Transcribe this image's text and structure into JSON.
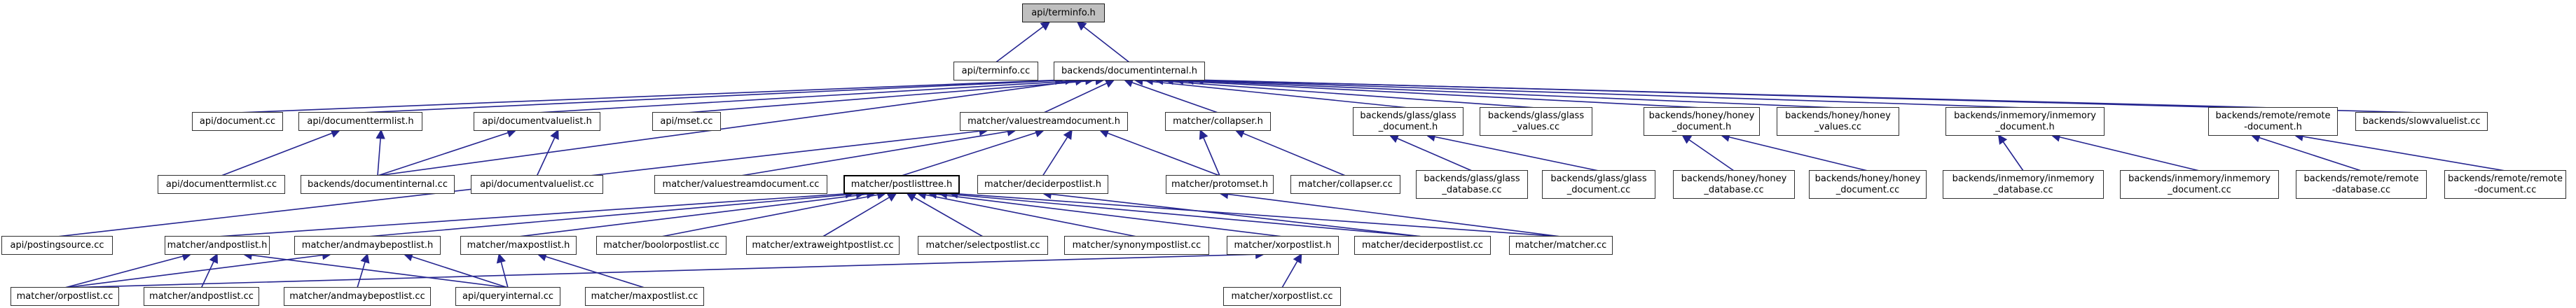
{
  "diagram": {
    "type": "include-dependency-graph",
    "root": "api/terminfo.h",
    "colors": {
      "edge": "#252590",
      "node_border": "#303030",
      "root_fill": "#bfbfbf",
      "node_fill": "#ffffff",
      "text": "#000000"
    },
    "nodes": [
      {
        "id": "terminfo_h",
        "label": "api/terminfo.h",
        "selected": true
      },
      {
        "id": "terminfo_cc",
        "label": "api/terminfo.cc"
      },
      {
        "id": "documentinternal_h",
        "label": "backends/documentinternal.h"
      },
      {
        "id": "document_cc",
        "label": "api/document.cc"
      },
      {
        "id": "documenttermlist_h",
        "label": "api/documenttermlist.h"
      },
      {
        "id": "documentvaluelist_h",
        "label": "api/documentvaluelist.h"
      },
      {
        "id": "mset_cc",
        "label": "api/mset.cc"
      },
      {
        "id": "valuestreamdocument_h",
        "label": "matcher/valuestreamdocument.h"
      },
      {
        "id": "collapser_h",
        "label": "matcher/collapser.h"
      },
      {
        "id": "glass_document_h",
        "label": "backends/glass/glass\n_document.h"
      },
      {
        "id": "glass_values_cc",
        "label": "backends/glass/glass\n_values.cc"
      },
      {
        "id": "honey_document_h",
        "label": "backends/honey/honey\n_document.h"
      },
      {
        "id": "honey_values_cc",
        "label": "backends/honey/honey\n_values.cc"
      },
      {
        "id": "inmemory_document_h",
        "label": "backends/inmemory/inmemory\n_document.h"
      },
      {
        "id": "remote_document_h",
        "label": "backends/remote/remote\n-document.h"
      },
      {
        "id": "slowvaluelist_cc",
        "label": "backends/slowvaluelist.cc"
      },
      {
        "id": "documenttermlist_cc",
        "label": "api/documenttermlist.cc"
      },
      {
        "id": "documentinternal_cc",
        "label": "backends/documentinternal.cc"
      },
      {
        "id": "documentvaluelist_cc",
        "label": "api/documentvaluelist.cc"
      },
      {
        "id": "valuestreamdocument_cc",
        "label": "matcher/valuestreamdocument.cc"
      },
      {
        "id": "postlisttree_h",
        "label": "matcher/postlisttree.h",
        "emphasized": true
      },
      {
        "id": "deciderpostlist_h",
        "label": "matcher/deciderpostlist.h"
      },
      {
        "id": "protomset_h",
        "label": "matcher/protomset.h"
      },
      {
        "id": "collapser_cc",
        "label": "matcher/collapser.cc"
      },
      {
        "id": "glass_database_cc",
        "label": "backends/glass/glass\n_database.cc"
      },
      {
        "id": "glass_document_cc",
        "label": "backends/glass/glass\n_document.cc"
      },
      {
        "id": "honey_database_cc",
        "label": "backends/honey/honey\n_database.cc"
      },
      {
        "id": "honey_document_cc",
        "label": "backends/honey/honey\n_document.cc"
      },
      {
        "id": "inmemory_database_cc",
        "label": "backends/inmemory/inmemory\n_database.cc"
      },
      {
        "id": "inmemory_document_cc",
        "label": "backends/inmemory/inmemory\n_document.cc"
      },
      {
        "id": "remote_database_cc",
        "label": "backends/remote/remote\n-database.cc"
      },
      {
        "id": "remote_document_cc",
        "label": "backends/remote/remote\n-document.cc"
      },
      {
        "id": "postingsource_cc",
        "label": "api/postingsource.cc"
      },
      {
        "id": "andpostlist_h",
        "label": "matcher/andpostlist.h"
      },
      {
        "id": "andmaybepostlist_h",
        "label": "matcher/andmaybepostlist.h"
      },
      {
        "id": "maxpostlist_h",
        "label": "matcher/maxpostlist.h"
      },
      {
        "id": "boolorpostlist_cc",
        "label": "matcher/boolorpostlist.cc"
      },
      {
        "id": "extraweightpostlist_cc",
        "label": "matcher/extraweightpostlist.cc"
      },
      {
        "id": "selectpostlist_cc",
        "label": "matcher/selectpostlist.cc"
      },
      {
        "id": "synonympostlist_cc",
        "label": "matcher/synonympostlist.cc"
      },
      {
        "id": "xorpostlist_h",
        "label": "matcher/xorpostlist.h"
      },
      {
        "id": "deciderpostlist_cc",
        "label": "matcher/deciderpostlist.cc"
      },
      {
        "id": "matcher_cc",
        "label": "matcher/matcher.cc"
      },
      {
        "id": "orpostlist_cc",
        "label": "matcher/orpostlist.cc"
      },
      {
        "id": "andpostlist_cc",
        "label": "matcher/andpostlist.cc"
      },
      {
        "id": "andmaybepostlist_cc",
        "label": "matcher/andmaybepostlist.cc"
      },
      {
        "id": "queryinternal_cc",
        "label": "api/queryinternal.cc"
      },
      {
        "id": "maxpostlist_cc",
        "label": "matcher/maxpostlist.cc"
      },
      {
        "id": "xorpostlist_cc",
        "label": "matcher/xorpostlist.cc"
      }
    ],
    "edges": [
      {
        "from": "terminfo_cc",
        "to": "terminfo_h"
      },
      {
        "from": "documentinternal_h",
        "to": "terminfo_h"
      },
      {
        "from": "document_cc",
        "to": "documentinternal_h"
      },
      {
        "from": "documenttermlist_h",
        "to": "documentinternal_h"
      },
      {
        "from": "documentvaluelist_h",
        "to": "documentinternal_h"
      },
      {
        "from": "mset_cc",
        "to": "documentinternal_h"
      },
      {
        "from": "valuestreamdocument_h",
        "to": "documentinternal_h"
      },
      {
        "from": "collapser_h",
        "to": "documentinternal_h"
      },
      {
        "from": "glass_document_h",
        "to": "documentinternal_h"
      },
      {
        "from": "glass_values_cc",
        "to": "documentinternal_h"
      },
      {
        "from": "honey_document_h",
        "to": "documentinternal_h"
      },
      {
        "from": "honey_values_cc",
        "to": "documentinternal_h"
      },
      {
        "from": "inmemory_document_h",
        "to": "documentinternal_h"
      },
      {
        "from": "remote_document_h",
        "to": "documentinternal_h"
      },
      {
        "from": "slowvaluelist_cc",
        "to": "documentinternal_h"
      },
      {
        "from": "documentinternal_cc",
        "to": "documentinternal_h"
      },
      {
        "from": "documenttermlist_cc",
        "to": "documenttermlist_h"
      },
      {
        "from": "documentinternal_cc",
        "to": "documenttermlist_h"
      },
      {
        "from": "documentvaluelist_cc",
        "to": "documentvaluelist_h"
      },
      {
        "from": "documentinternal_cc",
        "to": "documentvaluelist_h"
      },
      {
        "from": "postingsource_cc",
        "to": "valuestreamdocument_h"
      },
      {
        "from": "valuestreamdocument_cc",
        "to": "valuestreamdocument_h"
      },
      {
        "from": "postlisttree_h",
        "to": "valuestreamdocument_h"
      },
      {
        "from": "deciderpostlist_h",
        "to": "valuestreamdocument_h"
      },
      {
        "from": "protomset_h",
        "to": "valuestreamdocument_h"
      },
      {
        "from": "collapser_cc",
        "to": "collapser_h"
      },
      {
        "from": "protomset_h",
        "to": "collapser_h"
      },
      {
        "from": "glass_database_cc",
        "to": "glass_document_h"
      },
      {
        "from": "glass_document_cc",
        "to": "glass_document_h"
      },
      {
        "from": "honey_database_cc",
        "to": "honey_document_h"
      },
      {
        "from": "honey_document_cc",
        "to": "honey_document_h"
      },
      {
        "from": "inmemory_database_cc",
        "to": "inmemory_document_h"
      },
      {
        "from": "inmemory_document_cc",
        "to": "inmemory_document_h"
      },
      {
        "from": "remote_database_cc",
        "to": "remote_document_h"
      },
      {
        "from": "remote_document_cc",
        "to": "remote_document_h"
      },
      {
        "from": "andpostlist_h",
        "to": "postlisttree_h"
      },
      {
        "from": "andmaybepostlist_h",
        "to": "postlisttree_h"
      },
      {
        "from": "maxpostlist_h",
        "to": "postlisttree_h"
      },
      {
        "from": "boolorpostlist_cc",
        "to": "postlisttree_h"
      },
      {
        "from": "extraweightpostlist_cc",
        "to": "postlisttree_h"
      },
      {
        "from": "selectpostlist_cc",
        "to": "postlisttree_h"
      },
      {
        "from": "synonympostlist_cc",
        "to": "postlisttree_h"
      },
      {
        "from": "xorpostlist_h",
        "to": "postlisttree_h"
      },
      {
        "from": "deciderpostlist_cc",
        "to": "postlisttree_h"
      },
      {
        "from": "matcher_cc",
        "to": "postlisttree_h"
      },
      {
        "from": "deciderpostlist_cc",
        "to": "deciderpostlist_h"
      },
      {
        "from": "matcher_cc",
        "to": "protomset_h"
      },
      {
        "from": "orpostlist_cc",
        "to": "andpostlist_h"
      },
      {
        "from": "andpostlist_cc",
        "to": "andpostlist_h"
      },
      {
        "from": "queryinternal_cc",
        "to": "andpostlist_h"
      },
      {
        "from": "andmaybepostlist_cc",
        "to": "andmaybepostlist_h"
      },
      {
        "from": "orpostlist_cc",
        "to": "andmaybepostlist_h"
      },
      {
        "from": "queryinternal_cc",
        "to": "andmaybepostlist_h"
      },
      {
        "from": "maxpostlist_cc",
        "to": "maxpostlist_h"
      },
      {
        "from": "queryinternal_cc",
        "to": "maxpostlist_h"
      },
      {
        "from": "orpostlist_cc",
        "to": "xorpostlist_h"
      },
      {
        "from": "xorpostlist_cc",
        "to": "xorpostlist_h"
      }
    ]
  }
}
